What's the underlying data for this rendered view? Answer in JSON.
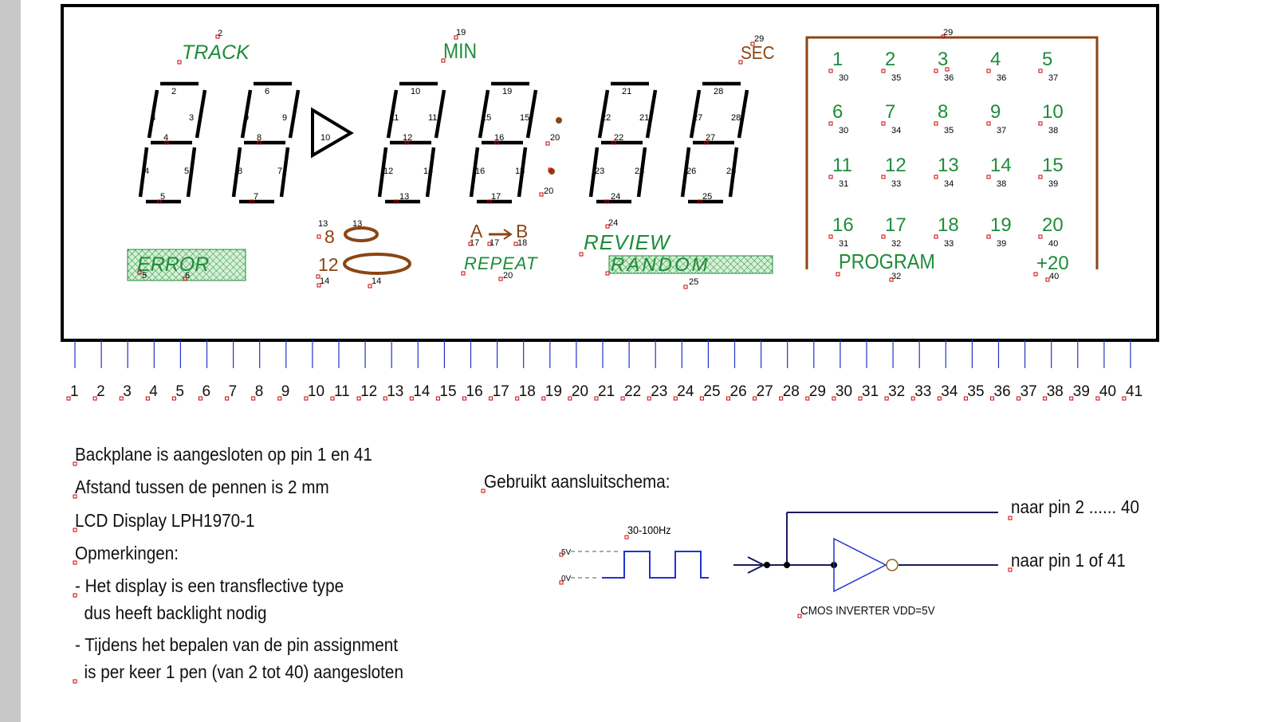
{
  "indicators": {
    "track": "TRACK",
    "min": "MIN",
    "sec": "SEC",
    "error": "ERROR",
    "repeat": "REPEAT",
    "review": "REVIEW",
    "random": "RANDOM",
    "program": "PROGRAM",
    "plus20": "+20",
    "disc8": "8",
    "disc12": "12",
    "ab_a": "A",
    "ab_b": "B"
  },
  "program_grid": [
    {
      "num": "1",
      "pin": "30"
    },
    {
      "num": "2",
      "pin": "35"
    },
    {
      "num": "3",
      "pin": "36"
    },
    {
      "num": "4",
      "pin": "36"
    },
    {
      "num": "5",
      "pin": "37"
    },
    {
      "num": "6",
      "pin": "30"
    },
    {
      "num": "7",
      "pin": "34"
    },
    {
      "num": "8",
      "pin": "35"
    },
    {
      "num": "9",
      "pin": "37"
    },
    {
      "num": "10",
      "pin": "38"
    },
    {
      "num": "11",
      "pin": "31"
    },
    {
      "num": "12",
      "pin": "33"
    },
    {
      "num": "13",
      "pin": "34"
    },
    {
      "num": "14",
      "pin": "38"
    },
    {
      "num": "15",
      "pin": "39"
    },
    {
      "num": "16",
      "pin": "31"
    },
    {
      "num": "17",
      "pin": "32"
    },
    {
      "num": "18",
      "pin": "33"
    },
    {
      "num": "19",
      "pin": "39"
    },
    {
      "num": "20",
      "pin": "40"
    }
  ],
  "pin_labels": {
    "track": "2",
    "min": "19",
    "sec": "29",
    "program_top": "29",
    "program": "32",
    "plus20": "40",
    "play": "10",
    "colon_top": "20",
    "colon_bottom": "20",
    "error_a": "5",
    "error_b": "6",
    "disc8_a": "13",
    "disc8_b": "13",
    "disc12_a": "14",
    "disc12_b": "14",
    "ab_a": "17",
    "ab_arrow": "17",
    "ab_b": "18",
    "repeat": "20",
    "review": "24",
    "random": "25"
  },
  "digits": [
    {
      "top": "",
      "ul": "3",
      "ur": "3",
      "mid": "4",
      "ll": "4",
      "lr": "5",
      "bot": "5",
      "top_inner": "2"
    },
    {
      "top": "",
      "ul": "9",
      "ur": "9",
      "mid": "8",
      "ll": "8",
      "lr": "7",
      "bot": "7",
      "top_inner": "6"
    },
    {
      "top": "",
      "ul": "11",
      "ur": "11",
      "mid": "12",
      "ll": "12",
      "lr": "14",
      "bot": "13",
      "top_inner": "10"
    },
    {
      "top": "",
      "ul": "15",
      "ur": "15",
      "mid": "16",
      "ll": "16",
      "lr": "18",
      "bot": "17",
      "top_inner": "19"
    },
    {
      "top": "",
      "ul": "22",
      "ur": "21",
      "mid": "22",
      "ll": "23",
      "lr": "23",
      "bot": "24",
      "top_inner": "21"
    },
    {
      "top": "",
      "ul": "27",
      "ur": "28",
      "mid": "27",
      "ll": "26",
      "lr": "26",
      "bot": "25",
      "top_inner": "28"
    }
  ],
  "pins": [
    "1",
    "2",
    "3",
    "4",
    "5",
    "6",
    "7",
    "8",
    "9",
    "10",
    "11",
    "12",
    "13",
    "14",
    "15",
    "16",
    "17",
    "18",
    "19",
    "20",
    "21",
    "22",
    "23",
    "24",
    "25",
    "26",
    "27",
    "28",
    "29",
    "30",
    "31",
    "32",
    "33",
    "34",
    "35",
    "36",
    "37",
    "38",
    "39",
    "40",
    "41"
  ],
  "notes": {
    "line1": "Backplane is aangesloten op pin 1 en 41",
    "line2": "Afstand tussen de pennen is 2 mm",
    "line3": "LCD Display LPH1970-1",
    "line4": "Opmerkingen:",
    "line5": "- Het display is een transflective type",
    "line6": "  dus heeft backlight nodig",
    "line7": "- Tijdens het bepalen van de pin assignment",
    "line8": "  is per keer 1 pen (van 2 tot 40) aangesloten"
  },
  "schematic": {
    "title": "Gebruikt aansluitschema:",
    "freq": "30-100Hz",
    "v5": "5V",
    "v0": "0V",
    "out_top": "naar pin 2 ...... 40",
    "out_bottom": "naar pin 1 of 41",
    "inverter": "CMOS INVERTER VDD=5V"
  },
  "colors": {
    "green": "#1e8c3a",
    "brown": "#8b4513",
    "blue": "#2233cc",
    "red_marker": "#cc0000",
    "frame": "#000000"
  }
}
